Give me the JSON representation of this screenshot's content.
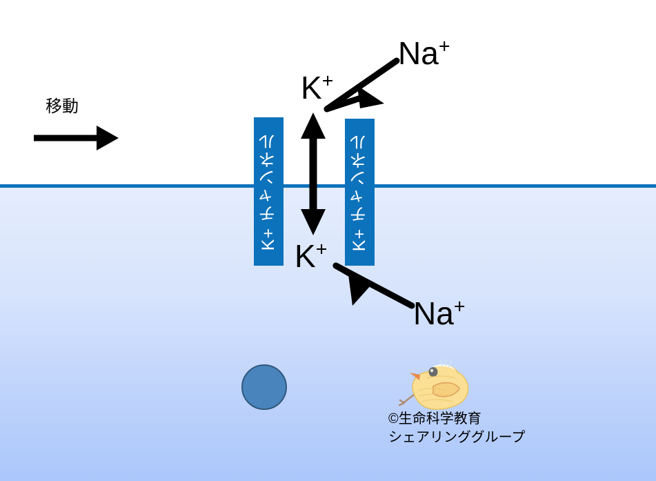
{
  "figure": {
    "title": "K+ channel ion movement diagram",
    "colors": {
      "channel_blue": "#0d72bc",
      "membrane_line": "#0d72bc",
      "extracellular_bg": "#ffffff",
      "intracellular_top": "#e5edfd",
      "intracellular_bottom": "#abc7fb",
      "vesicle_fill": "#4a84bd",
      "vesicle_stroke": "#31587c",
      "arrow_black": "#000000",
      "mascot_yellow": "#f8d97a"
    }
  },
  "compartments": {
    "extracellular_name": "extracellular-region",
    "intracellular_name": "intracellular-region",
    "membrane_name": "membrane-line"
  },
  "channels": [
    {
      "id": "channel-left",
      "label": "K+ チャンネル"
    },
    {
      "id": "channel-right",
      "label": "K+ チャンネル"
    }
  ],
  "ions": {
    "k_out": {
      "symbol": "K",
      "charge": "+"
    },
    "k_in": {
      "symbol": "K",
      "charge": "+"
    },
    "na_out": {
      "symbol": "Na",
      "charge": "+"
    },
    "na_in": {
      "symbol": "Na",
      "charge": "+"
    }
  },
  "annotations": {
    "movement_label": "移動"
  },
  "arrows": {
    "movement_arrow": "horizontal-right-arrow",
    "channel_flux_arrow": "vertical-double-headed-arrow",
    "na_block_top": "bent-arrow-down-left-then-right",
    "na_block_bottom": "bent-arrow-up-left-then-down-left"
  },
  "credit": {
    "text": "©生命科学教育\nシェアリンググループ",
    "mascot": "duckling-mascot"
  }
}
